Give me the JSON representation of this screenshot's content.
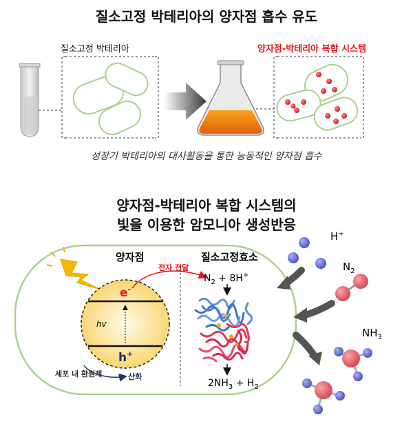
{
  "top": {
    "title": "질소고정 박테리아의 양자점 흡수 유도",
    "label_left": "질소고정 박테리아",
    "label_right": "양자점-박테리아 복합 시스템",
    "caption": "성장기 박테리아의 대사활동을 통한 능동적인 양자점 흡수"
  },
  "bottom": {
    "title_line1": "양자점-박테리아 복합 시스템의",
    "title_line2": "빛을 이용한 암모니아 생성반응",
    "qd_label": "양자점",
    "enzyme_label": "질소고정효소",
    "electron_transfer": "전자 전달",
    "e_minus": "e",
    "e_sup": "-",
    "hv": "hv",
    "h_plus": "h",
    "h_sup": "+",
    "reducing_agent": "세포 내 환원제",
    "oxidation": "산화",
    "reactant": {
      "a": "N",
      "a_sub": "2",
      "b": " + 8H",
      "b_sup": "+"
    },
    "product": {
      "a": "2NH",
      "a_sub": "3",
      "b": " + H",
      "b_sub": "2"
    },
    "molecules": {
      "h": "H",
      "h_sup": "+",
      "n2": "N",
      "n2_sub": "2",
      "nh3": "NH",
      "nh3_sub": "3"
    }
  },
  "colors": {
    "red": "#e8141b",
    "cell_border": "#a9d08e",
    "qd_fill": "#fde9a6",
    "arrow_gray": "#4a4a4a",
    "molecule_blue": "#6a74d6",
    "molecule_red": "#e35d6a"
  }
}
